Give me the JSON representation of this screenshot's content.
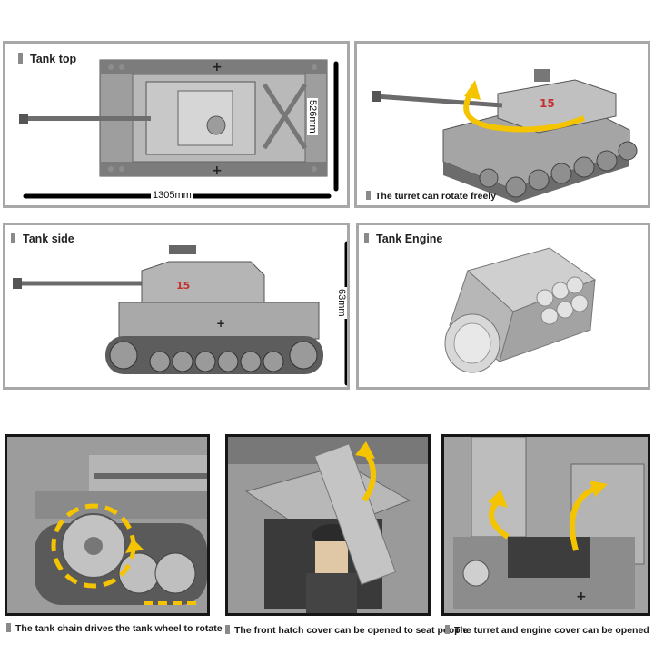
{
  "panels": {
    "top": {
      "label": "Tank top",
      "width_dim": "1305mm",
      "height_dim": "526mm"
    },
    "turret": {
      "caption": "The turret can rotate freely",
      "turret_number": "15"
    },
    "side": {
      "label": "Tank side",
      "height_dim": "63mm",
      "turret_number": "15"
    },
    "engine": {
      "label": "Tank Engine"
    }
  },
  "photos": {
    "chain": {
      "caption": "The tank chain drives the tank wheel to rotate"
    },
    "hatch": {
      "caption": "The front hatch cover can be opened to seat people"
    },
    "covers": {
      "caption": "The turret and engine cover can be opened"
    }
  },
  "colors": {
    "accent_arrow": "#f5c400",
    "brick_gray": "#a9a9a9",
    "frame_gray": "#a8a8a8"
  }
}
